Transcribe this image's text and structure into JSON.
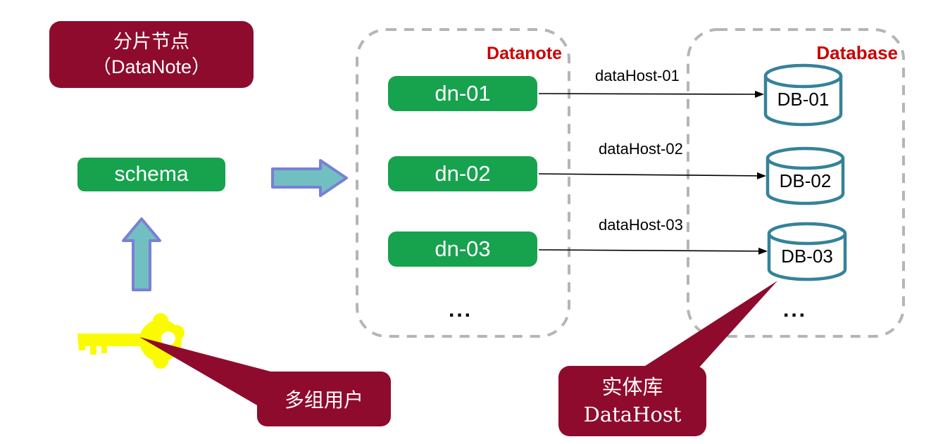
{
  "colors": {
    "dark_red": "#8E0B2D",
    "green": "#17A24E",
    "arrow_fill_teal": "#72BFC1",
    "arrow_border_purple": "#7A7FD6",
    "cylinder_stroke_teal": "#35829B",
    "group_label_red": "#CC0000",
    "container_dash_gray": "#B5B5B5",
    "key_yellow": "#FBFB00",
    "connector_black": "#000000"
  },
  "icons": {
    "key": "key-icon",
    "up_arrow": "up-arrow-icon",
    "right_arrow": "right-arrow-icon"
  },
  "title_box": {
    "line1": "分片节点",
    "line2": "（DataNote）"
  },
  "schema_box": {
    "label": "schema"
  },
  "users_callout": {
    "label": "多组用户"
  },
  "datahost_callout": {
    "line1": "实体库",
    "line2": "DataHost"
  },
  "datanote_group": {
    "label": "Datanote",
    "nodes": [
      {
        "label": "dn-01"
      },
      {
        "label": "dn-02"
      },
      {
        "label": "dn-03"
      }
    ],
    "ellipsis": "..."
  },
  "database_group": {
    "label": "Database",
    "databases": [
      {
        "label": "DB-01"
      },
      {
        "label": "DB-02"
      },
      {
        "label": "DB-03"
      }
    ],
    "ellipsis": "..."
  },
  "connections": [
    {
      "label": "dataHost-01"
    },
    {
      "label": "dataHost-02"
    },
    {
      "label": "dataHost-03"
    }
  ]
}
